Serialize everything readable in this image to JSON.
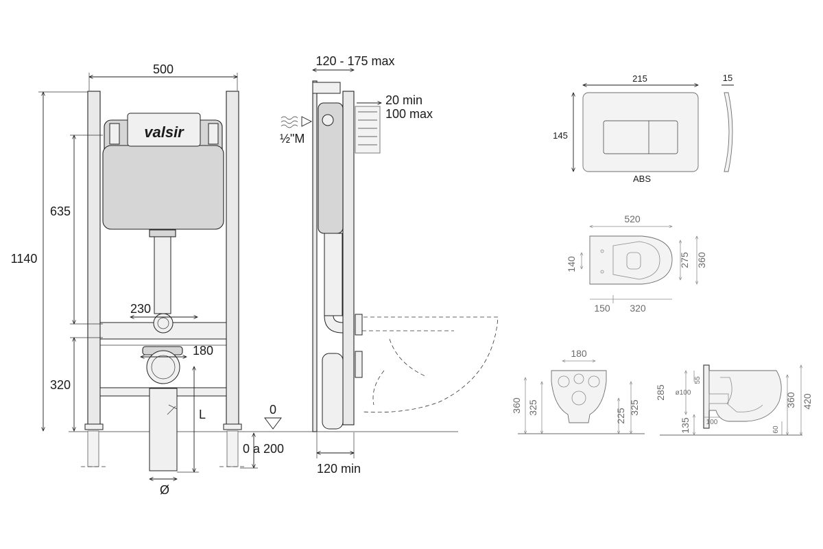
{
  "front_view": {
    "width": "500",
    "height_total": "1140",
    "height_635": "635",
    "height_320": "320",
    "pipe_spacing": "230",
    "outlet": "180",
    "length_label": "L",
    "diameter_symbol": "Ø",
    "floor_offset": "0 a 200",
    "floor_zero": "0",
    "brand": "valsir"
  },
  "side_view": {
    "depth": "120 - 175 max",
    "connector_min": "20 min",
    "connector_max": "100 max",
    "inlet": "½\"M",
    "base_depth": "120 min"
  },
  "flush_plate": {
    "width": "215",
    "height": "145",
    "depth": "15",
    "material": "ABS"
  },
  "bowl_top": {
    "length": "520",
    "width_140": "140",
    "width_275": "275",
    "width_360": "360",
    "offset_150": "150",
    "offset_320": "320"
  },
  "bowl_front": {
    "inlet_spacing": "180",
    "height_360": "360",
    "height_325_left": "325",
    "height_225": "225",
    "height_325_right": "325"
  },
  "bowl_side": {
    "height_285": "285",
    "height_55": "55",
    "pipe_diameter": "ø100",
    "outlet_100": "100",
    "height_135": "135",
    "height_60": "60",
    "height_360": "360",
    "height_420": "420"
  }
}
